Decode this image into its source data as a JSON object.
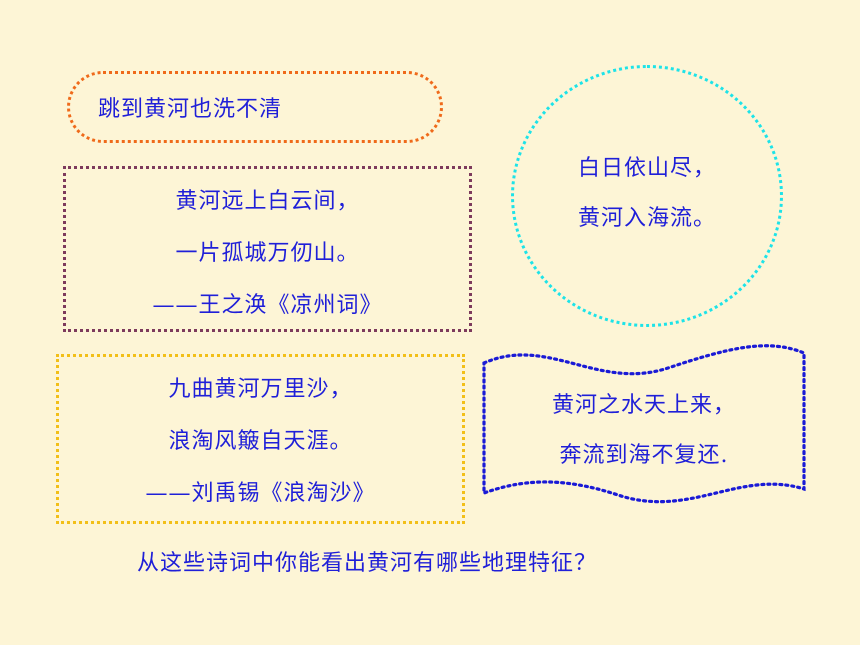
{
  "pill": {
    "text": "跳到黄河也洗不清",
    "border_color": "#ef6a1a"
  },
  "poem1": {
    "lines": [
      "黄河远上白云间，",
      "一片孤城万仞山。",
      "——王之涣《凉州词》"
    ],
    "border_color": "#7d3a5c"
  },
  "poem2": {
    "lines": [
      "白日依山尽，",
      "黄河入海流。"
    ],
    "border_color": "#1de3e8"
  },
  "poem3": {
    "lines": [
      "九曲黄河万里沙，",
      "浪淘风簸自天涯。",
      "——刘禹锡《浪淘沙》"
    ],
    "border_color": "#f2bf18"
  },
  "poem4": {
    "lines": [
      "黄河之水天上来，",
      "奔流到海不复还."
    ],
    "border_color": "#1a1ad6"
  },
  "question": "从这些诗词中你能看出黄河有哪些地理特征？",
  "colors": {
    "background": "#fdf5d6",
    "text": "#1f1fd8"
  }
}
